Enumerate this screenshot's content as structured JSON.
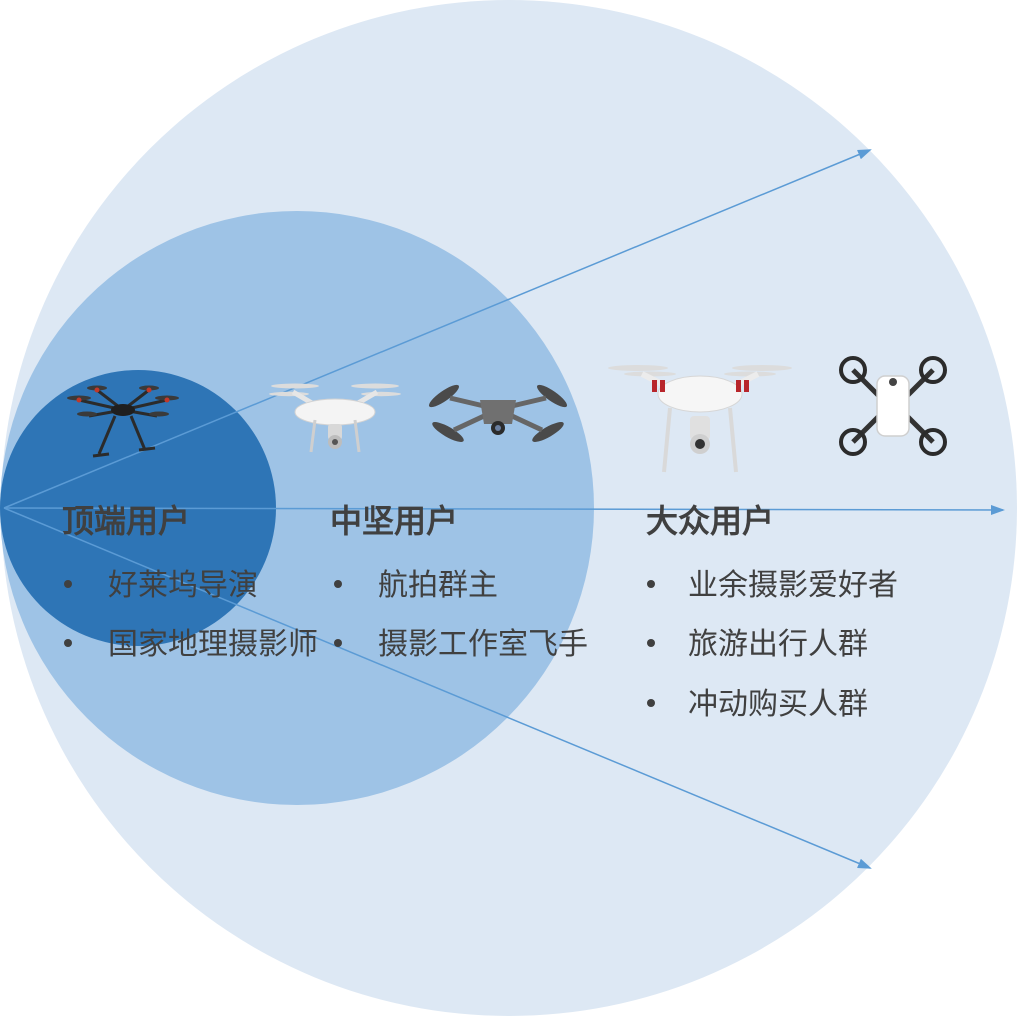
{
  "segments": [
    {
      "title": "顶端用户",
      "items": [
        "好莱坞导演",
        "国家地理摄影师"
      ],
      "drone_icons": [
        "hexacopter-drone-icon"
      ]
    },
    {
      "title": "中坚用户",
      "items": [
        "航拍群主",
        "摄影工作室飞手"
      ],
      "drone_icons": [
        "white-quadcopter-drone-icon",
        "foldable-gray-drone-icon"
      ]
    },
    {
      "title": "大众用户",
      "items": [
        "业余摄影爱好者",
        "旅游出行人群",
        "冲动购买人群"
      ],
      "drone_icons": [
        "white-red-quadcopter-drone-icon",
        "mini-white-drone-icon"
      ]
    }
  ],
  "colors": {
    "outer_circle": "#dde8f4",
    "middle_circle": "#9ec3e6",
    "inner_circle": "#2e75b6",
    "arrow": "#5b9bd5",
    "text": "#404040"
  }
}
